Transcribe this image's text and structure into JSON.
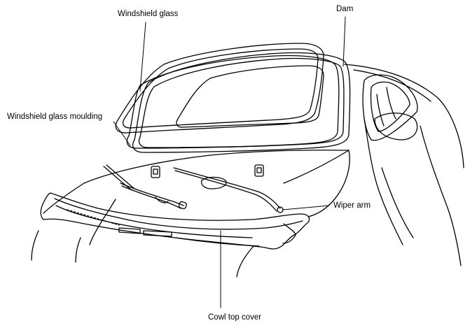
{
  "labels": {
    "windshield_glass": "Windshield glass",
    "dam": "Dam",
    "windshield_glass_moulding": "Windshield glass moulding",
    "wiper_arm": "Wiper arm",
    "cowl_top_cover": "Cowl top cover"
  },
  "colors": {
    "ink": "#000000",
    "background": "#ffffff"
  }
}
